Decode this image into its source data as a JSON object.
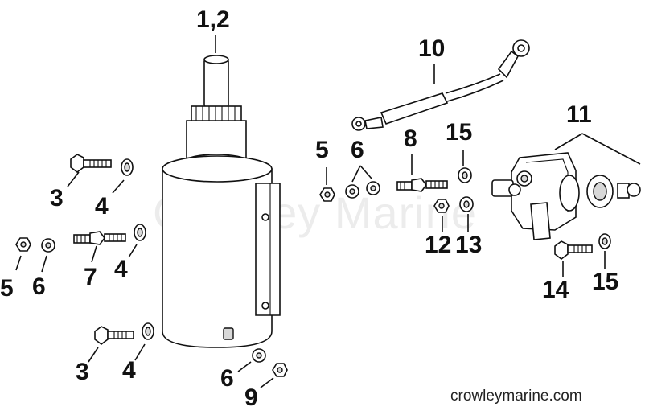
{
  "watermark": "Crowley Marine",
  "website": "crowleymarine.com",
  "callouts": {
    "starter": "1,2",
    "bolt_top_left": "3",
    "washer_top_left": "4",
    "nut_left": "5",
    "lockwasher_left": "6",
    "stud_left": "7",
    "washer_mid_left": "4",
    "bolt_bottom": "3",
    "washer_bottom": "4",
    "lockwasher_bottom": "6",
    "nut_bottom": "9",
    "nut_center": "5",
    "lockwashers_center": "6",
    "stud_center": "8",
    "cable": "10",
    "solenoid": "11",
    "nut_right": "12",
    "washer_right": "13",
    "bolt_right": "14",
    "washer_right_bottom": "15",
    "washer_top_right": "15"
  },
  "colors": {
    "line": "#111111",
    "watermark": "#ececec",
    "background": "#ffffff"
  }
}
